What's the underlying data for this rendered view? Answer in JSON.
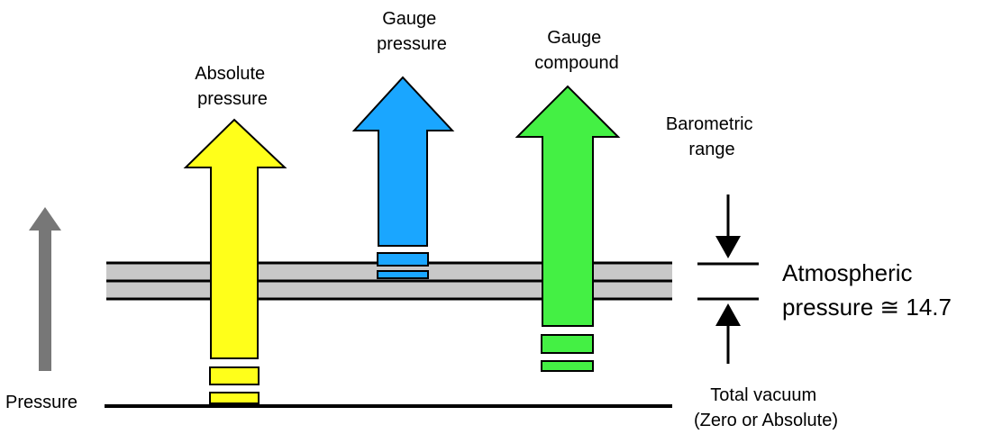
{
  "labels": {
    "absolute_pressure": [
      "Absolute",
      "pressure"
    ],
    "gauge_pressure": [
      "Gauge",
      "pressure"
    ],
    "gauge_compound": [
      "Gauge",
      "compound"
    ],
    "barometric_range": [
      "Barometric",
      "range"
    ],
    "atmospheric_pressure": [
      "Atmospheric",
      "pressure ≅ 14.7"
    ],
    "pressure": "Pressure",
    "total_vacuum": [
      "Total vacuum",
      "(Zero or Absolute)"
    ]
  },
  "colors": {
    "absolute": "#ffff1a",
    "gauge": "#1aa6ff",
    "compound": "#44f044",
    "band": "#c8c8c8",
    "pressure_arrow": "#777777"
  }
}
